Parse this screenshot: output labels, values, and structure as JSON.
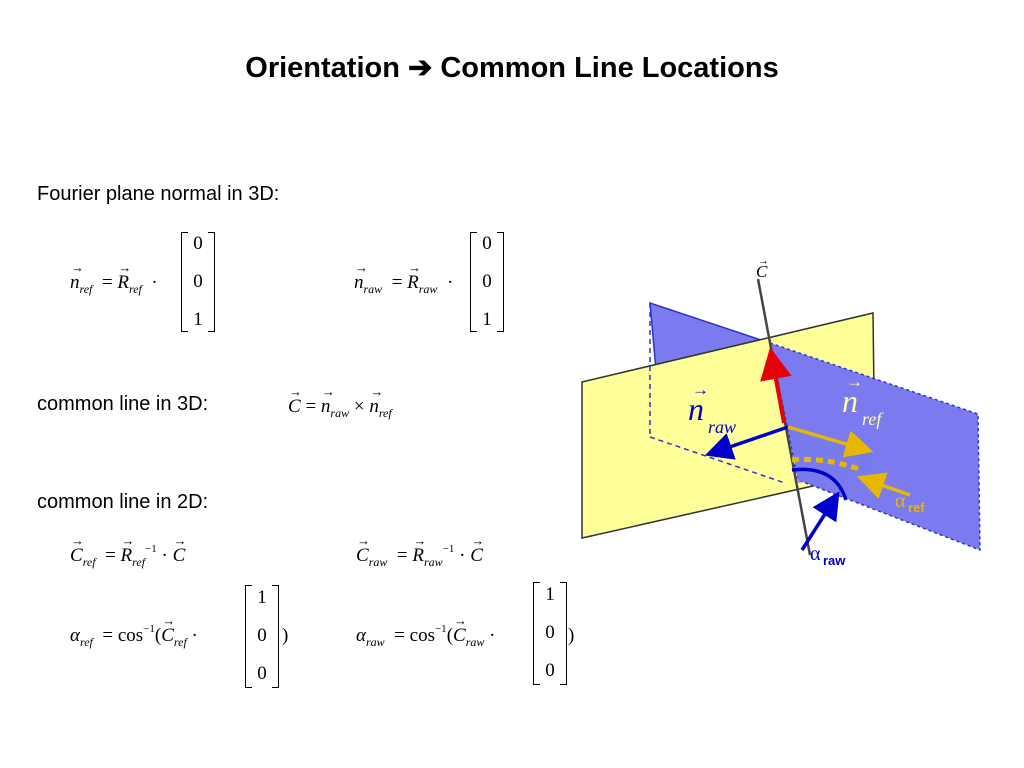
{
  "title": "Orientation ➔ Common Line Locations",
  "labels": {
    "fourier_normal": "Fourier plane normal in 3D:",
    "common_3d": "common line in 3D:",
    "common_2d": "common line in 2D:"
  },
  "symbols": {
    "n": "n",
    "R": "R",
    "C": "C",
    "alpha": "α",
    "ref": "ref",
    "raw": "raw",
    "eq": "=",
    "dot": "·",
    "times": "×",
    "inv": "−1",
    "cos": "cos",
    "lparen": "(",
    "rparen": ")"
  },
  "matrices": {
    "normal_vector": [
      "0",
      "0",
      "1"
    ],
    "axis_vector": [
      "1",
      "0",
      "0"
    ]
  },
  "diagram": {
    "label_C": "C",
    "label_n": "n",
    "label_raw": "raw",
    "label_ref": "ref",
    "label_alpha": "α",
    "colors": {
      "yellow_plane": "#ffff99",
      "blue_plane": "#7b7bef",
      "red_arrow": "#e8000b",
      "blue_arrow": "#0000cc",
      "yellow_arrow": "#e6b800"
    }
  }
}
